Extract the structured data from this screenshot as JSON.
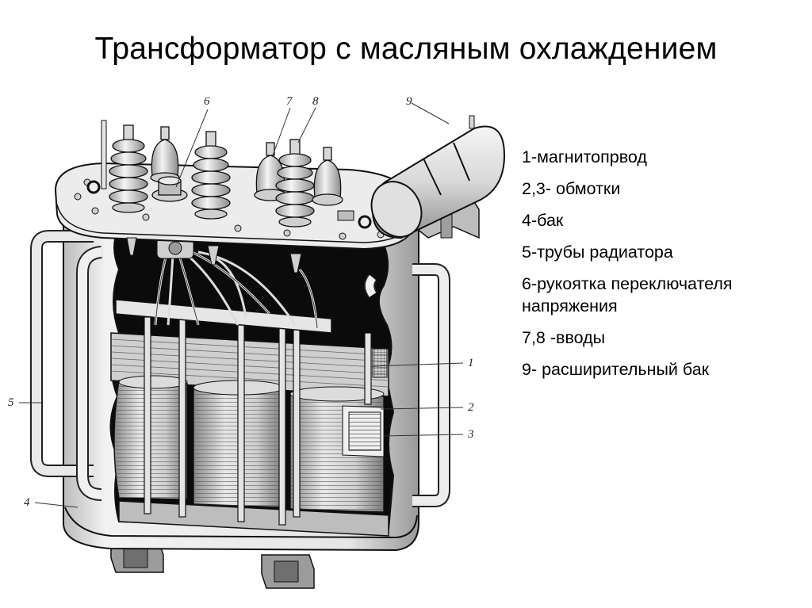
{
  "slide": {
    "title": "Трансформатор с масляным охлаждением"
  },
  "diagram": {
    "callouts": {
      "magnetic_core": "1",
      "winding_2": "2",
      "winding_3": "3",
      "tank": "4",
      "radiator_tubes": "5",
      "tap_changer_handle": "6",
      "bushing_7": "7",
      "bushing_8": "8",
      "expansion_tank": "9"
    }
  },
  "legend": {
    "items": [
      "1-магнитопрвод",
      "2,3- обмотки",
      "4-бак",
      "5-трубы радиатора",
      "6-рукоятка переключателя напряжения",
      "7,8 -вводы",
      "9- расширительный бак"
    ]
  }
}
